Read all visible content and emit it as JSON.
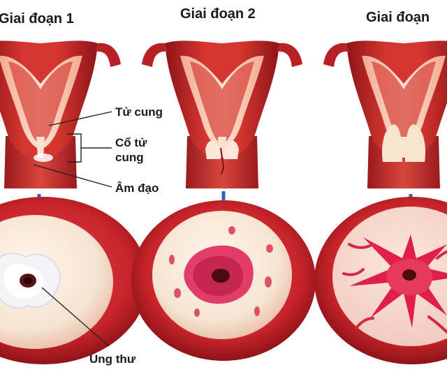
{
  "stages": [
    {
      "title": "Giai đoạn 1"
    },
    {
      "title": "Giai đoạn 2"
    },
    {
      "title": "Giai đoạn"
    }
  ],
  "labels": {
    "uterus": "Tử cung",
    "cervix_line1": "Cổ tử",
    "cervix_line2": "cung",
    "vagina": "Âm đạo",
    "cancer": "Ung thư"
  },
  "colors": {
    "tissue_red": "#c8242a",
    "tissue_dark": "#8e1418",
    "lining_pink": "#f6c2a9",
    "cervix_surface": "#f6e8d8",
    "tumor_white": "#f4f4f6",
    "tumor_pink": "#e43a66",
    "arrow_blue": "#2f66b3"
  },
  "icons": {
    "arrow": "arrow-down-icon"
  }
}
